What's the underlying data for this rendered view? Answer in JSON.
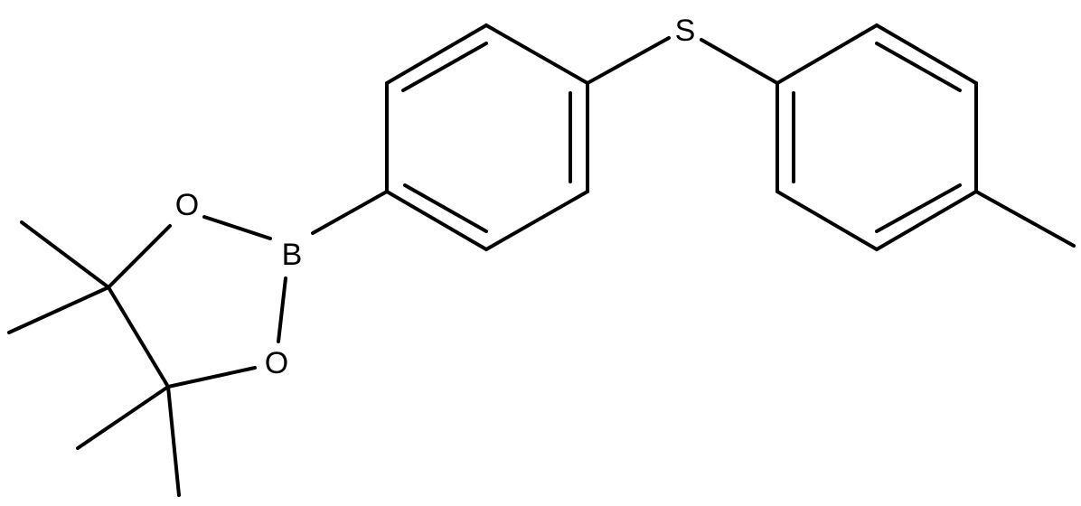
{
  "molecule": {
    "atoms": {
      "sulfur": "S",
      "boron": "B",
      "oxygen_top": "O",
      "oxygen_bottom": "O"
    },
    "colors": {
      "bond": "#000000",
      "background": "#ffffff"
    }
  }
}
